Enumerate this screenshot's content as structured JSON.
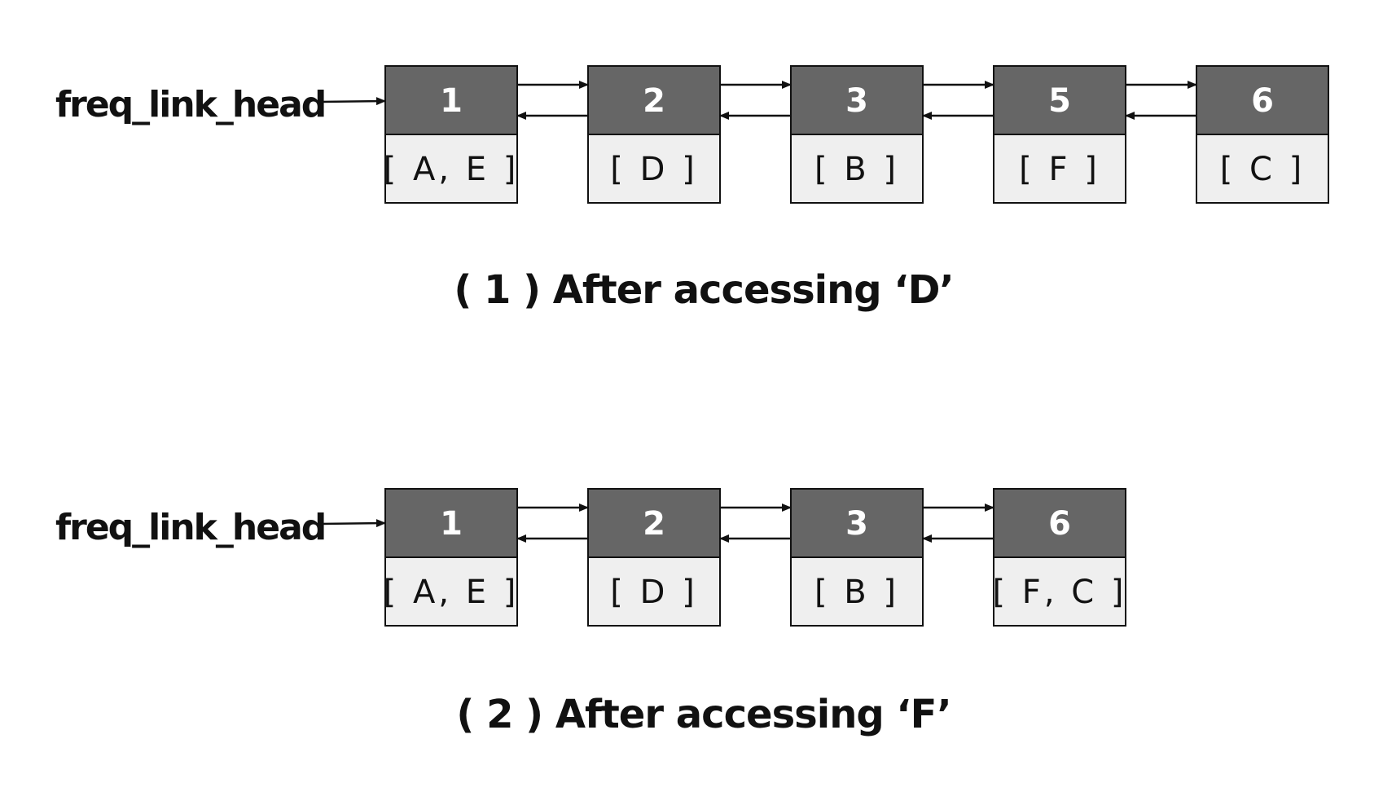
{
  "colors": {
    "frequency_fill": "#666666",
    "items_fill": "#efefef",
    "stroke": "#111111",
    "frequency_text": "#ffffff"
  },
  "panels": [
    {
      "head_label": "freq_link_head",
      "caption": "( 1 ) After accessing  ‘D’",
      "nodes": [
        {
          "frequency": "1",
          "items": "[ A, E ]"
        },
        {
          "frequency": "2",
          "items": "[ D ]"
        },
        {
          "frequency": "3",
          "items": "[ B ]"
        },
        {
          "frequency": "5",
          "items": "[ F ]"
        },
        {
          "frequency": "6",
          "items": "[ C ]"
        }
      ]
    },
    {
      "head_label": "freq_link_head",
      "caption": "( 2 ) After accessing  ‘F’",
      "nodes": [
        {
          "frequency": "1",
          "items": "[ A, E ]"
        },
        {
          "frequency": "2",
          "items": "[ D ]"
        },
        {
          "frequency": "3",
          "items": "[ B ]"
        },
        {
          "frequency": "6",
          "items": "[ F, C ]"
        }
      ]
    }
  ]
}
